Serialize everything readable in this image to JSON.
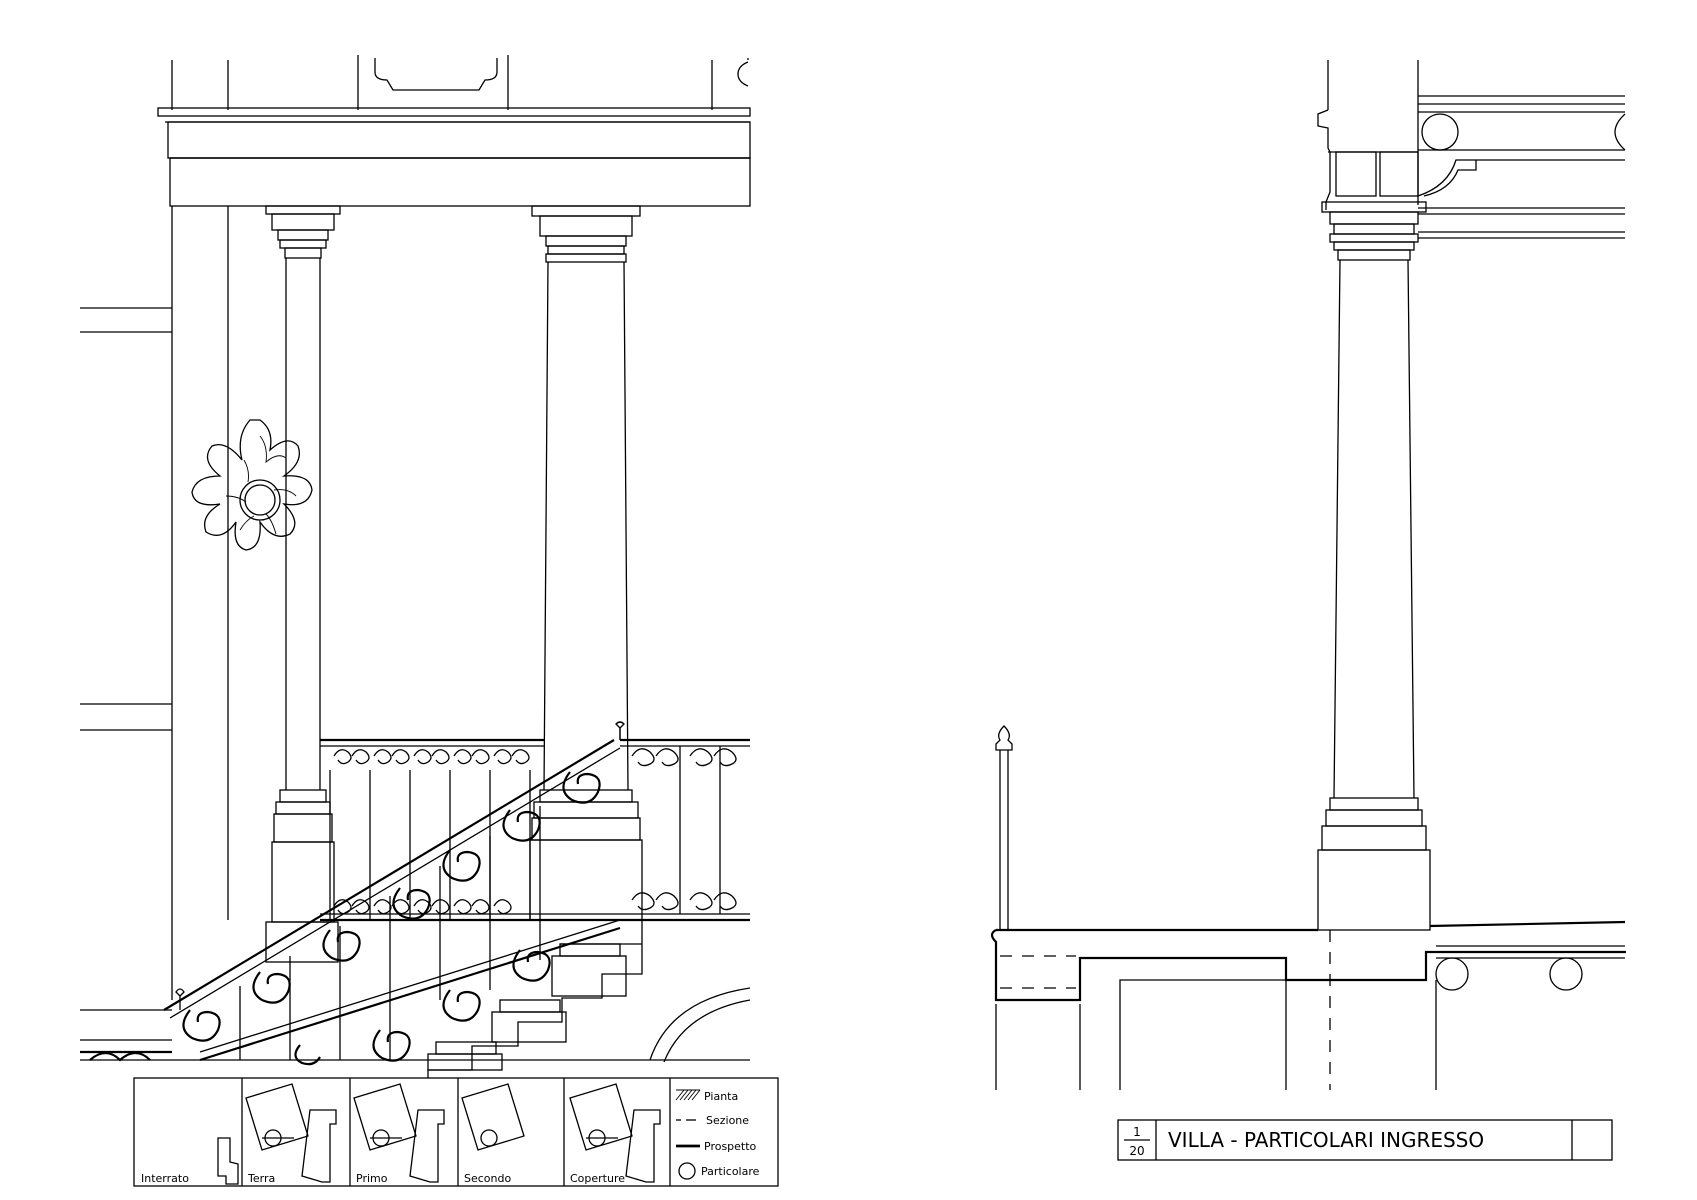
{
  "legend": {
    "floors": [
      "Interrato",
      "Terra",
      "Primo",
      "Secondo",
      "Coperture"
    ],
    "items": [
      "Pianta",
      "Sezione",
      "Prospetto",
      "Particolare"
    ]
  },
  "title_block": {
    "scale_numerator": "1",
    "scale_denominator": "20",
    "title": "VILLA - PARTICOLARI INGRESSO"
  }
}
